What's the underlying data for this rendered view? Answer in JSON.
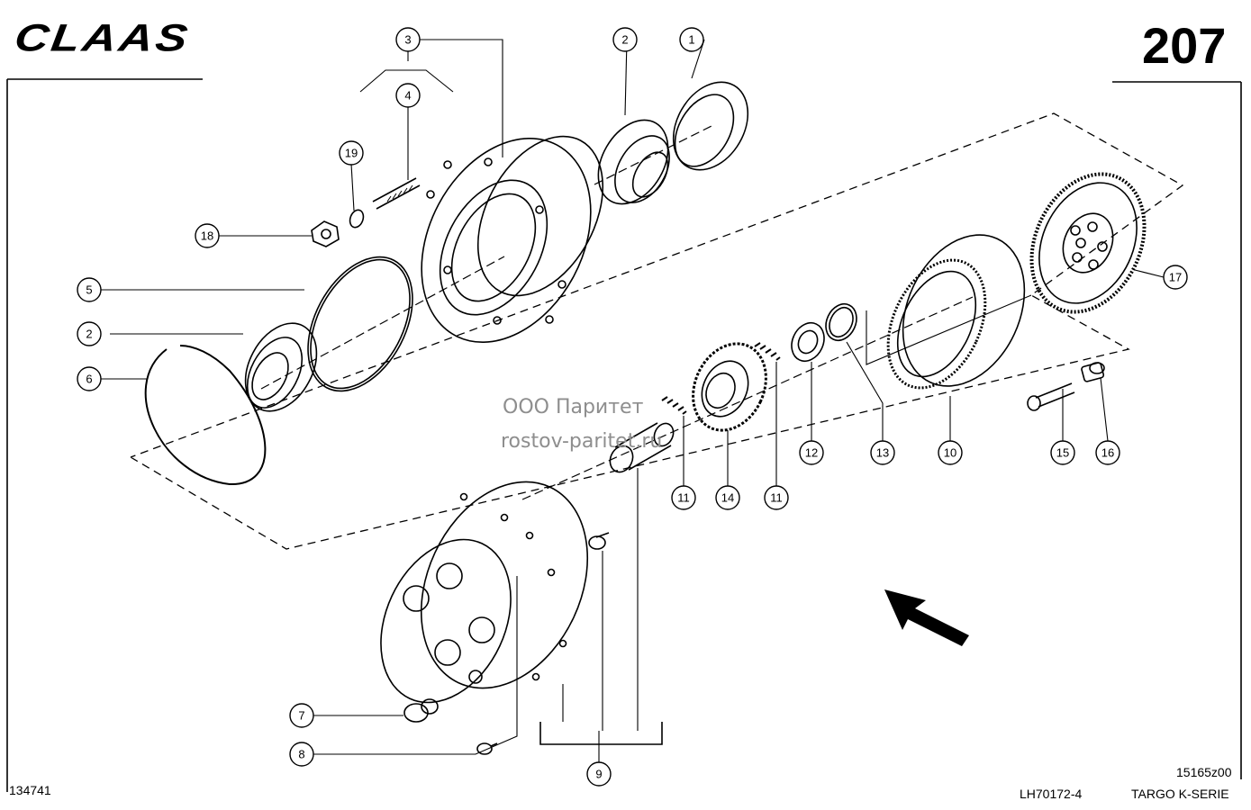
{
  "header": {
    "brand": "CLAAS",
    "page_number": "207"
  },
  "footer": {
    "drawing_number": "134741",
    "part_number": "LH70172-4",
    "diagram_code": "15165z00",
    "series": "TARGO K-SERIE"
  },
  "watermark": {
    "company": "ООО Паритет",
    "website": "rostov-paritet.ru"
  },
  "callout_labels": {
    "c1": "1",
    "c2a": "2",
    "c2b": "2",
    "c3": "3",
    "c4": "4",
    "c5": "5",
    "c6": "6",
    "c7": "7",
    "c8": "8",
    "c9": "9",
    "c10": "10",
    "c11a": "11",
    "c11b": "11",
    "c12": "12",
    "c13": "13",
    "c14": "14",
    "c15": "15",
    "c16": "16",
    "c17": "17",
    "c18": "18",
    "c19": "19"
  },
  "icons": {
    "direction_arrow": "arrow-up-left-icon"
  }
}
